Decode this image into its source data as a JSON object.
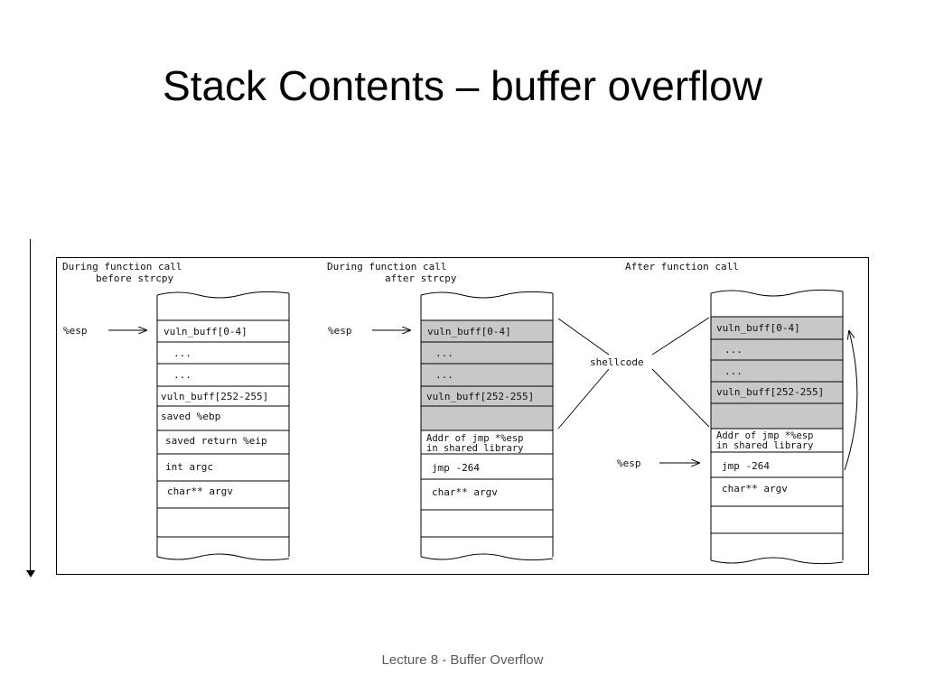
{
  "slide": {
    "title": "Stack Contents – buffer overflow",
    "footer": "Lecture 8 - Buffer Overflow"
  },
  "diagram": {
    "col1": {
      "heading_line1": "During function call",
      "heading_line2": "before strcpy",
      "esp_label": "%esp",
      "cells": [
        "vuln_buff[0-4]",
        "...",
        "...",
        "vuln_buff[252-255]",
        "saved %ebp",
        "saved return %eip",
        "int argc",
        "char** argv",
        "",
        ""
      ]
    },
    "col2": {
      "heading_line1": "During function call",
      "heading_line2": "after strcpy",
      "esp_label": "%esp",
      "cells": [
        "vuln_buff[0-4]",
        "...",
        "...",
        "vuln_buff[252-255]",
        "",
        "Addr of jmp *%esp",
        "in shared library",
        "jmp -264",
        "char** argv",
        ""
      ]
    },
    "col3": {
      "heading": "After function call",
      "esp_label": "%esp",
      "cells": [
        "vuln_buff[0-4]",
        "...",
        "...",
        "vuln_buff[252-255]",
        "",
        "Addr of jmp *%esp",
        "in shared library",
        "jmp -264",
        "char** argv",
        "",
        ""
      ]
    },
    "shellcode_label": "shellcode",
    "colors": {
      "shaded": "#c8c8c8",
      "border": "#000000"
    }
  }
}
